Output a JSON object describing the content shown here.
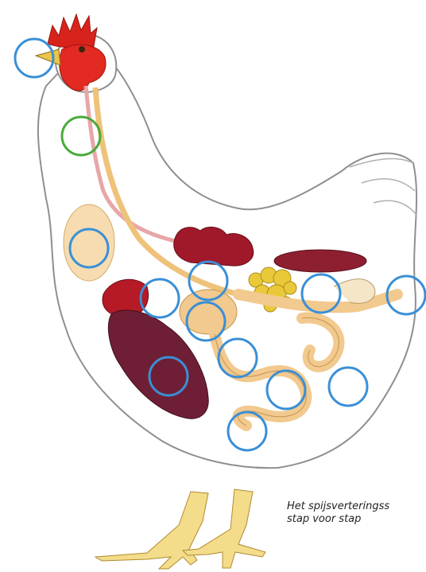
{
  "caption": {
    "line1": "Het spijsverteringss",
    "line2": "stap voor stap"
  },
  "colors": {
    "hotspot_blue": "#3a8fd6",
    "hotspot_green": "#4aaa3c",
    "comb_red": "#d8231c",
    "body_outline": "#8f8f8f",
    "gut_tan": "#f2c98e",
    "liver_maroon": "#6e1f35",
    "gizzard_red": "#9b1422",
    "egg_yellow": "#e9c93a",
    "leg_yellow": "#f3dc8a"
  },
  "hotspots": [
    {
      "id": "beak",
      "color": "blue"
    },
    {
      "id": "esophagus",
      "color": "green"
    },
    {
      "id": "crop",
      "color": "blue"
    },
    {
      "id": "proventriculus",
      "color": "blue"
    },
    {
      "id": "heart",
      "color": "blue"
    },
    {
      "id": "gizzard",
      "color": "blue"
    },
    {
      "id": "small-intestine",
      "color": "blue"
    },
    {
      "id": "liver",
      "color": "blue"
    },
    {
      "id": "intestine-loop",
      "color": "blue"
    },
    {
      "id": "duodenum",
      "color": "blue"
    },
    {
      "id": "ovary",
      "color": "blue"
    },
    {
      "id": "cloaca",
      "color": "blue"
    },
    {
      "id": "caeca",
      "color": "blue"
    },
    {
      "id": "vent",
      "color": "blue"
    }
  ]
}
